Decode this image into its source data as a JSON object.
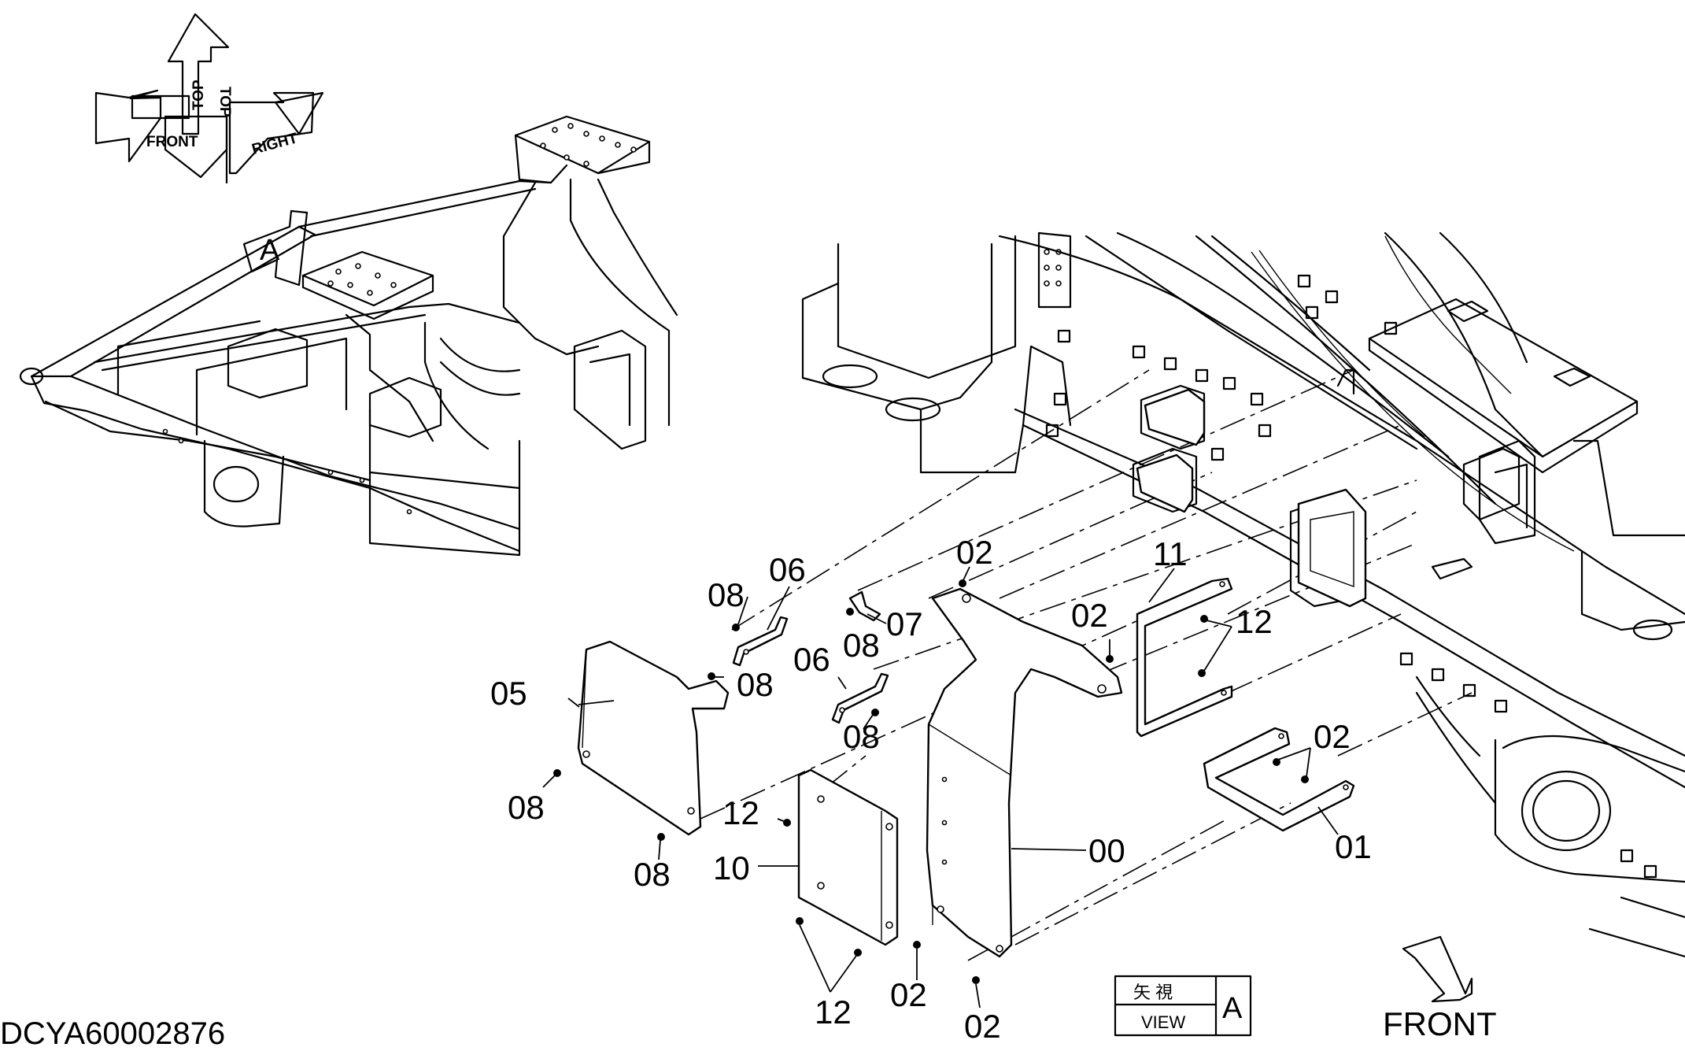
{
  "drawing_code": "DCYA60002876",
  "orientation": {
    "front": "FRONT",
    "top_1": "TOP",
    "top_2": "TOP",
    "right": "RIGHT"
  },
  "view_marker": "A",
  "view_box": {
    "kanji": "矢 視",
    "label": "VIEW",
    "letter": "A"
  },
  "front_label": "FRONT",
  "callouts": [
    {
      "id": "c-08-a",
      "text": "08"
    },
    {
      "id": "c-06-a",
      "text": "06"
    },
    {
      "id": "c-02-a",
      "text": "02"
    },
    {
      "id": "c-11",
      "text": "11"
    },
    {
      "id": "c-07",
      "text": "07"
    },
    {
      "id": "c-08-b",
      "text": "08"
    },
    {
      "id": "c-05",
      "text": "05"
    },
    {
      "id": "c-08-c",
      "text": "08"
    },
    {
      "id": "c-06-b",
      "text": "06"
    },
    {
      "id": "c-02-b",
      "text": "02"
    },
    {
      "id": "c-12-a",
      "text": "12"
    },
    {
      "id": "c-08-d",
      "text": "08"
    },
    {
      "id": "c-02-c",
      "text": "02"
    },
    {
      "id": "c-08-e",
      "text": "08"
    },
    {
      "id": "c-12-b",
      "text": "12"
    },
    {
      "id": "c-00",
      "text": "00"
    },
    {
      "id": "c-01",
      "text": "01"
    },
    {
      "id": "c-10",
      "text": "10"
    },
    {
      "id": "c-08-f",
      "text": "08"
    },
    {
      "id": "c-02-d",
      "text": "02"
    },
    {
      "id": "c-12-c",
      "text": "12"
    },
    {
      "id": "c-02-e",
      "text": "02"
    }
  ]
}
